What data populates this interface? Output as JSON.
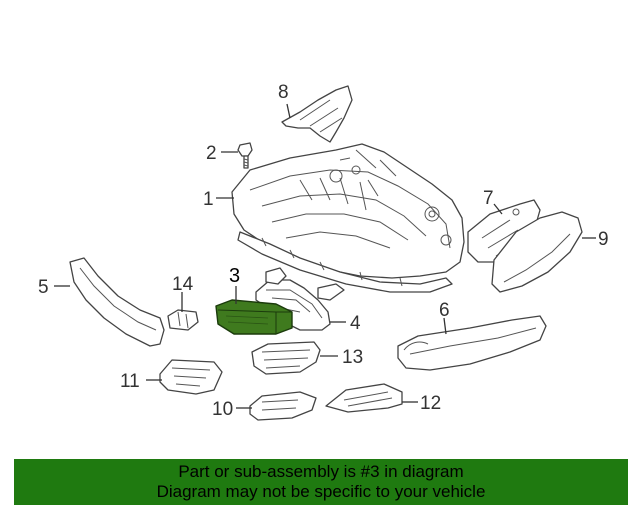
{
  "diagram": {
    "callouts": [
      "1",
      "2",
      "3",
      "4",
      "5",
      "6",
      "7",
      "8",
      "9",
      "10",
      "11",
      "12",
      "13",
      "14"
    ],
    "highlight_color": "#3f7a1e",
    "highlighted_part": "3"
  },
  "banner": {
    "line1": "Part or sub-assembly is #3 in diagram",
    "line2": "Diagram may not be specific to your vehicle",
    "color": "#1f7a10"
  }
}
